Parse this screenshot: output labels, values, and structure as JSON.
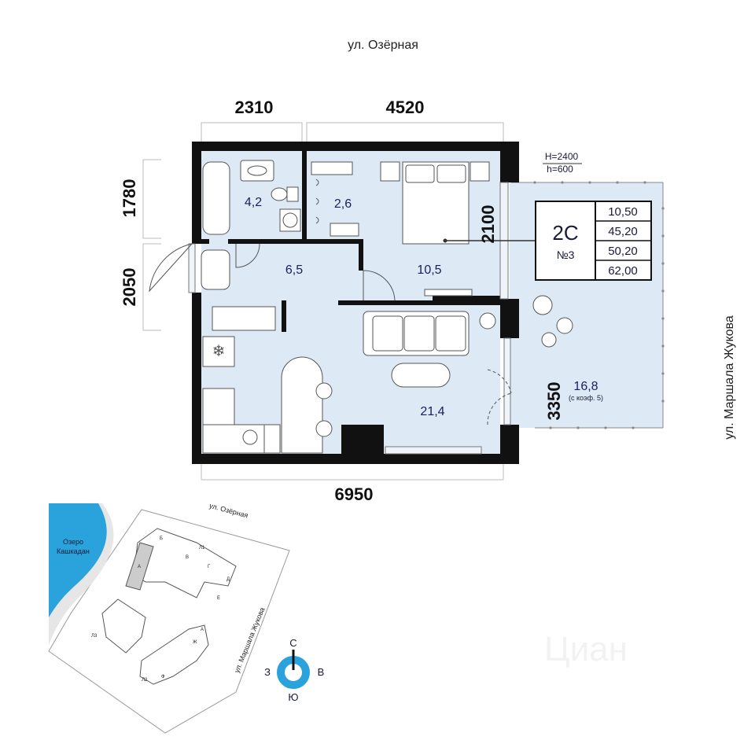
{
  "streets": {
    "top": "ул. Озёрная",
    "right": "ул. Маршала Жукова"
  },
  "dimensions": {
    "top_left": "2310",
    "top_right": "4520",
    "left_top": "1780",
    "left_bottom": "2050",
    "bottom": "6950",
    "window_right": "2100",
    "terrace_side": "3350",
    "window_heights": [
      "H=2400",
      "h=600"
    ]
  },
  "rooms": {
    "bath": "4,2",
    "wc": "2,6",
    "hall": "6,5",
    "bedroom": "10,5",
    "living": "21,4",
    "terrace": "16,8",
    "terrace_note": "(с коэф. 5)"
  },
  "info_card": {
    "type": "2С",
    "number": "№3",
    "areas": [
      "10,50",
      "45,20",
      "50,20",
      "62,00"
    ]
  },
  "site_map": {
    "lake": [
      "Озеро",
      "Кашкадан"
    ],
    "street_top": "ул. Озёрная",
    "street_side": "ул. Маршала Жукова",
    "sections": [
      "Б",
      "Л1",
      "В",
      "Г",
      "Д",
      "Е",
      "А",
      "Л3",
      "Л2",
      "Ж",
      "Ф",
      "А"
    ],
    "compass": {
      "n": "С",
      "s": "Ю",
      "w": "З",
      "e": "В"
    }
  },
  "watermark": "Циан",
  "colors": {
    "room_fill": "#dde9f5",
    "wall": "#111111",
    "compass": "#2aa3dc",
    "lake": "#2aa3dc",
    "accent_text": "#1b1f5e"
  }
}
